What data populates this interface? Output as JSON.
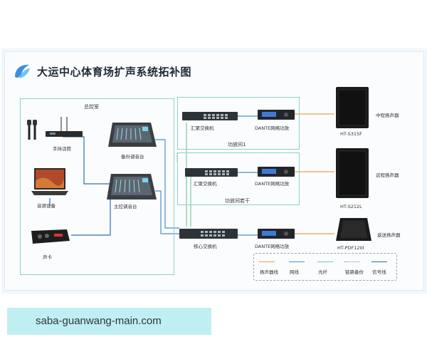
{
  "title": "大运中心体育场扩声系统拓补图",
  "rooms": {
    "control": "总控室",
    "amp1": "功放间1",
    "amp_n": "功放间若干"
  },
  "devices": {
    "mic": "手持话筒",
    "backup_console": "备份调音台",
    "source": "音源设备",
    "main_console": "主控调音台",
    "sound_card": "声卡",
    "switch1": "汇聚交换机",
    "amp1": "DANTE网络功放",
    "switch2": "汇聚交换机",
    "amp2": "DANTE网络功放",
    "core_switch": "核心交换机",
    "amp3": "DANTE网络功放"
  },
  "speakers": {
    "s1_model": "HT-S315F",
    "s1_role": "中程扬声器",
    "s2_model": "HT-S212L",
    "s2_role": "远程扬声器",
    "s3_model": "HT-PDF12III",
    "s3_role": "返送扬声器"
  },
  "legend": [
    {
      "label": "扬声器线",
      "color": "#e8a24a",
      "style": "solid"
    },
    {
      "label": "网线",
      "color": "#4a90c8",
      "style": "solid"
    },
    {
      "label": "光纤",
      "color": "#7cc9a0",
      "style": "solid"
    },
    {
      "label": "链路备份",
      "color": "#888888",
      "style": "dotted"
    },
    {
      "label": "信号线",
      "color": "#2f6fb0",
      "style": "solid"
    }
  ],
  "website": "saba-guanwang-main.com"
}
